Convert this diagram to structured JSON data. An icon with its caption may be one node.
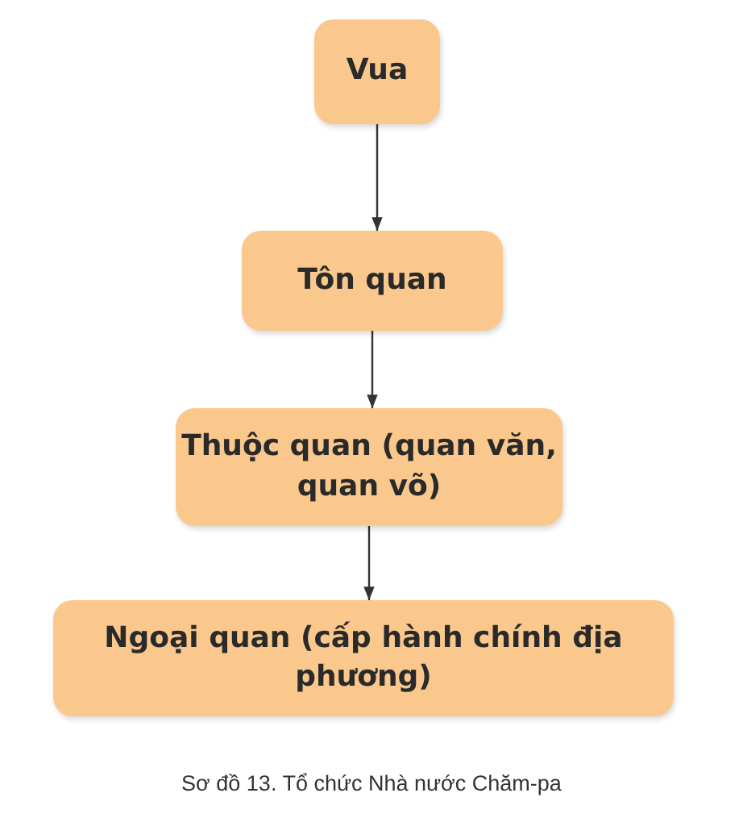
{
  "diagram": {
    "caption": "Sơ đồ 13. Tổ chức Nhà nước Chăm-pa",
    "nodes": [
      {
        "text": [
          "Vua"
        ]
      },
      {
        "text": [
          "Tôn quan"
        ]
      },
      {
        "text": [
          "Thuộc quan (quan văn, quan võ)"
        ]
      },
      {
        "text": [
          "Ngoại quan (cấp hành chính địa phương)"
        ]
      }
    ],
    "edges": [
      {
        "from": 0,
        "to": 1,
        "arrow": "to"
      },
      {
        "from": 1,
        "to": 2,
        "arrow": "to"
      },
      {
        "from": 2,
        "to": 3,
        "arrow": "to"
      }
    ]
  }
}
